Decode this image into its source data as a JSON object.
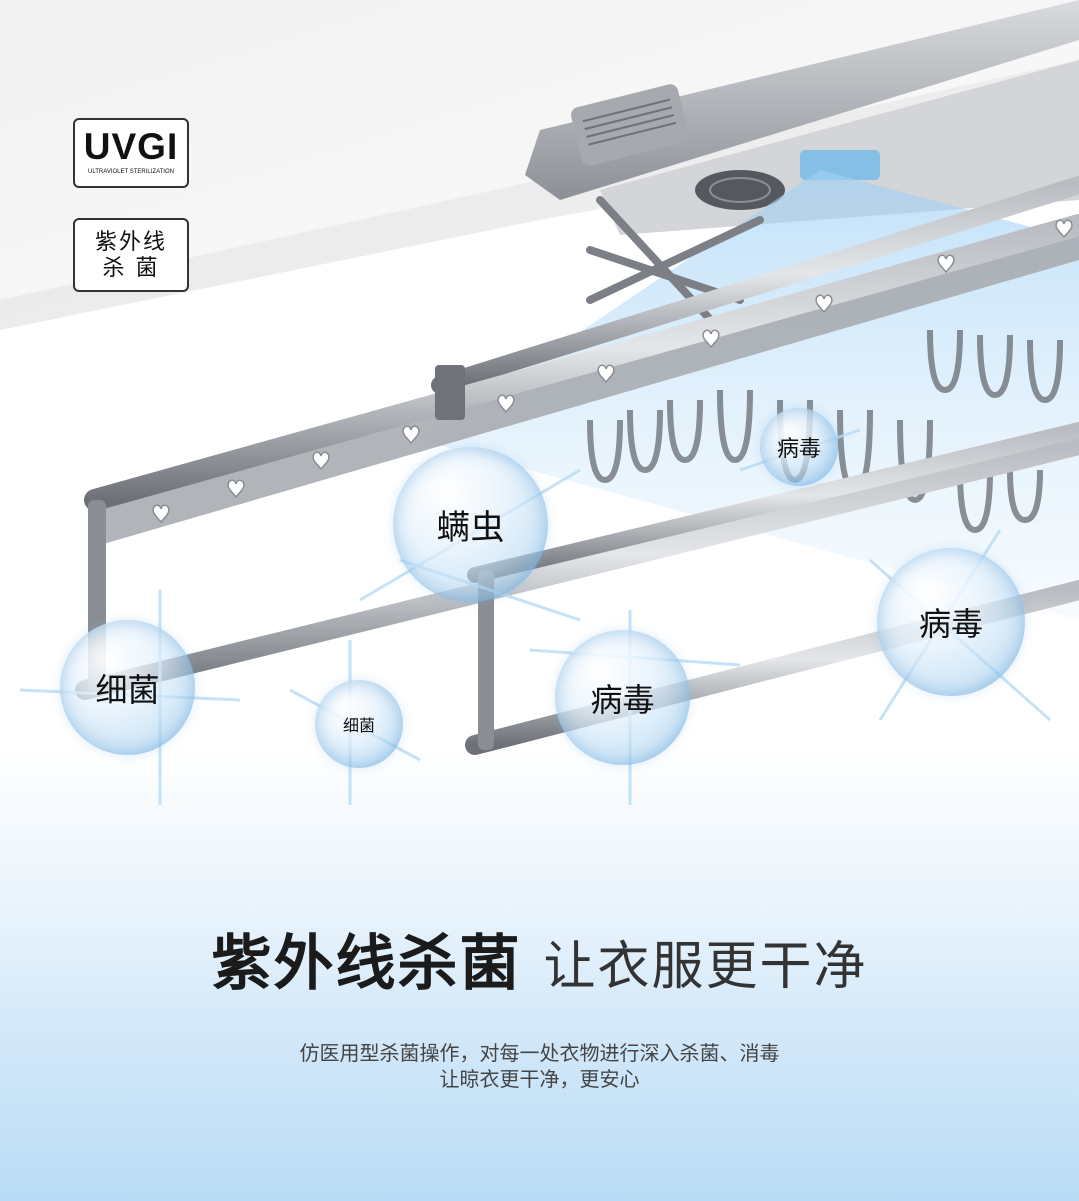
{
  "badges": {
    "uvgi_title": "UVGI",
    "uvgi_subtitle": "ULTRAVIOLET STERILIZATION",
    "cn_line1": "紫外线",
    "cn_line2": "杀 菌"
  },
  "bubbles": [
    {
      "label": "螨虫"
    },
    {
      "label": "病毒"
    },
    {
      "label": "细菌"
    },
    {
      "label": "细菌"
    },
    {
      "label": "病毒"
    },
    {
      "label": "病毒"
    }
  ],
  "headline": {
    "strong": "紫外线杀菌",
    "light": "让衣服更干净"
  },
  "description": {
    "line1": "仿医用型杀菌操作，对每一处衣物进行深入杀菌、消毒",
    "line2": "让晾衣更干净，更安心"
  },
  "colors": {
    "rod": "#8a8e94",
    "uv_light": "#8cc4ee",
    "text_dark": "#1b1b1b"
  }
}
